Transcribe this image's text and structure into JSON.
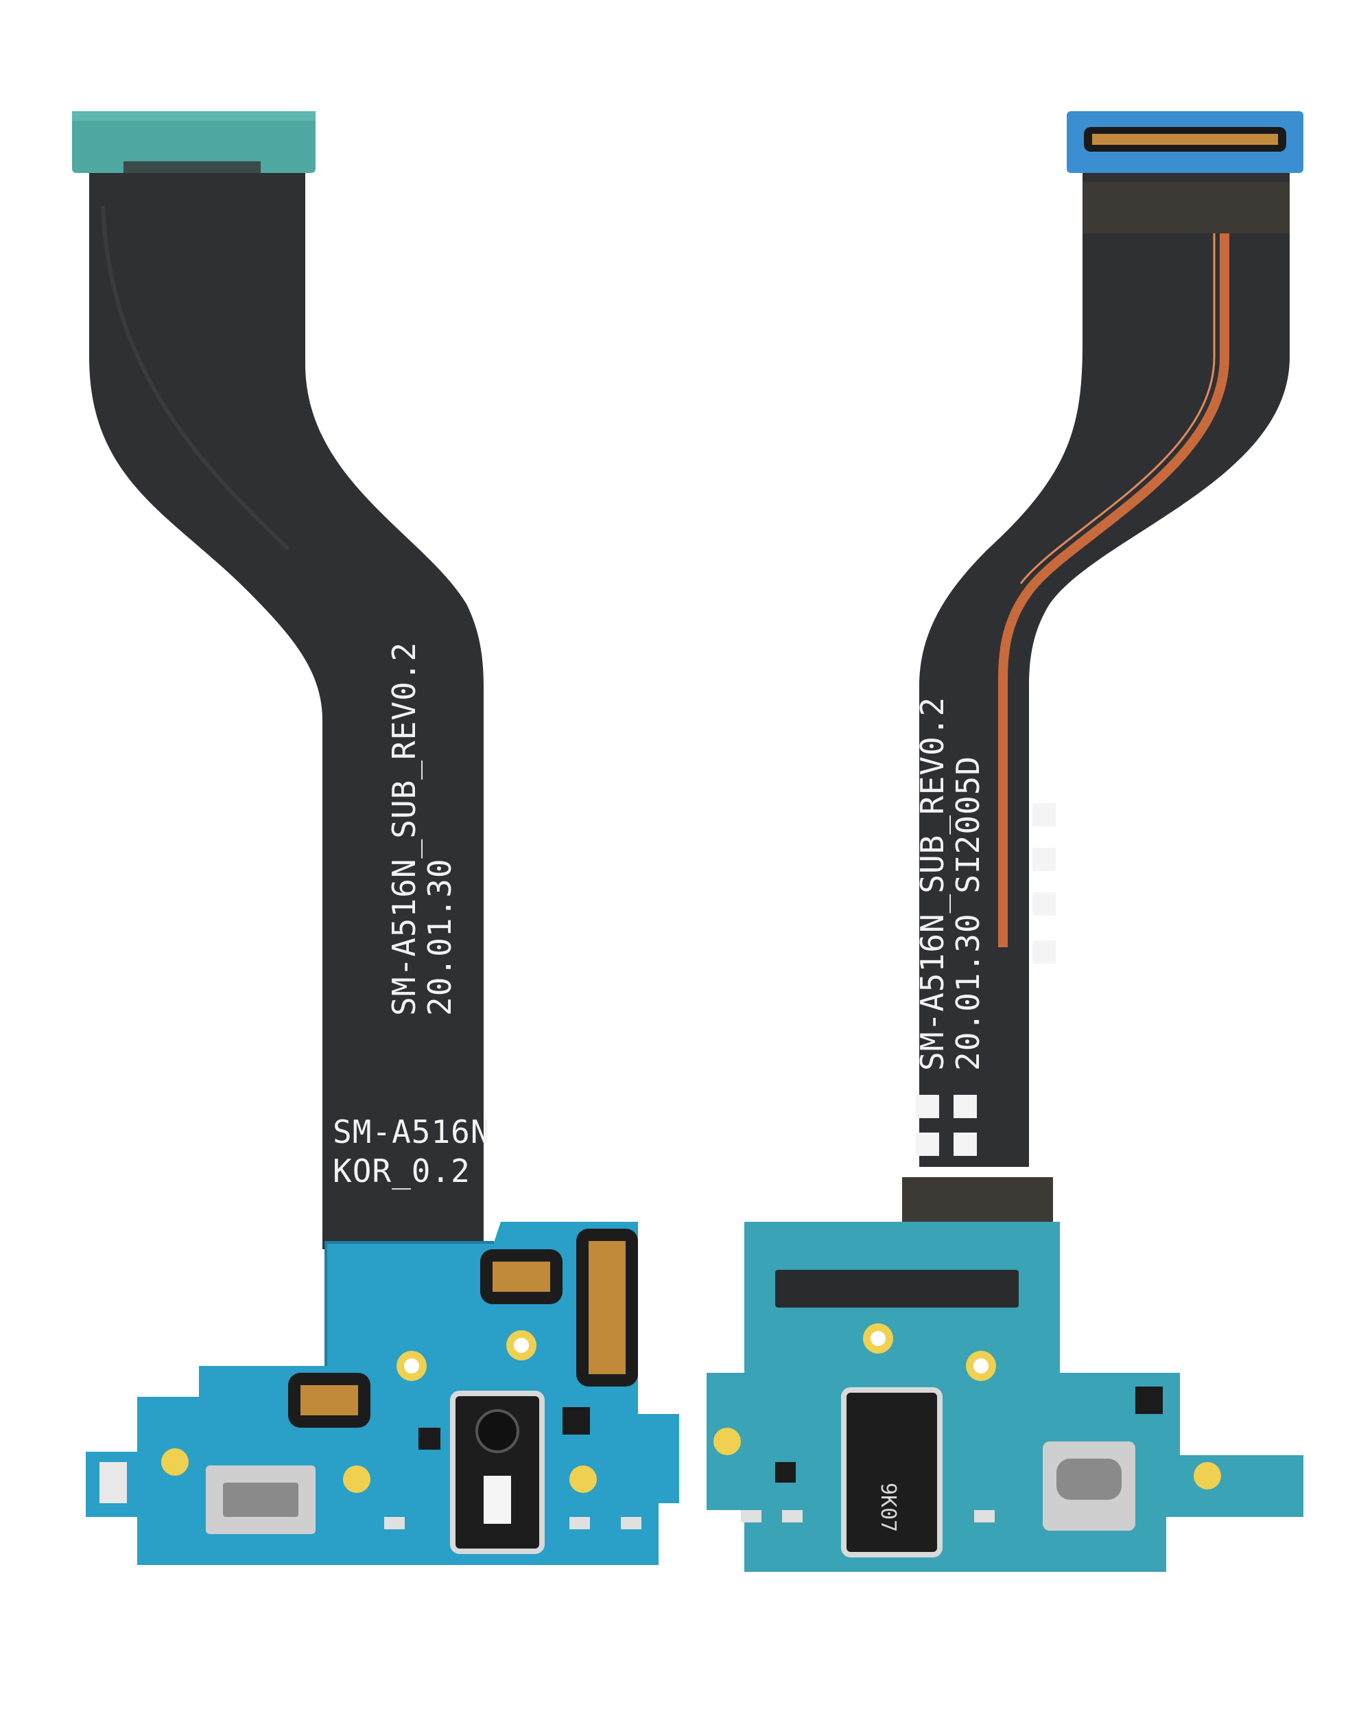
{
  "image": {
    "kind": "product-photo",
    "subject": "charging port flex cable pair",
    "colors": {
      "background": "#ffffff",
      "flex_cable": "#2f3034",
      "pcb": "#1f9cc0",
      "pcb_left": "#2a9fc7",
      "pcb_right": "#3aa3b5",
      "copper_trace": "#c96a3c",
      "connector_green": "#4fa9a2",
      "connector_blue": "#3b8fd0"
    }
  },
  "left_part": {
    "silkscreen_main": "SM-A516N_SUB_REV0.2",
    "silkscreen_date": "20.01.30",
    "label_model": "SM-A516N",
    "label_region": "KOR_0.2"
  },
  "right_part": {
    "silkscreen_main": "SM-A516N_SUB_REV0.2",
    "silkscreen_date": "20.01.30  SI2005D",
    "jack_marking": "9K07"
  }
}
